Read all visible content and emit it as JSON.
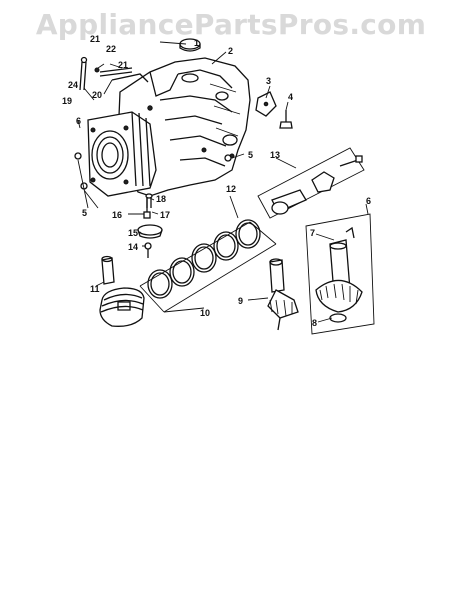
{
  "watermark": "AppliancePartsPros.com",
  "callouts": [
    {
      "id": "c1",
      "label": "1"
    },
    {
      "id": "c2",
      "label": "2"
    },
    {
      "id": "c3",
      "label": "3"
    },
    {
      "id": "c4",
      "label": "4"
    },
    {
      "id": "c5a",
      "label": "5"
    },
    {
      "id": "c5b",
      "label": "5"
    },
    {
      "id": "c6a",
      "label": "6"
    },
    {
      "id": "c6b",
      "label": "6"
    },
    {
      "id": "c7",
      "label": "7"
    },
    {
      "id": "c8",
      "label": "8"
    },
    {
      "id": "c9",
      "label": "9"
    },
    {
      "id": "c10",
      "label": "10"
    },
    {
      "id": "c11",
      "label": "11"
    },
    {
      "id": "c12",
      "label": "12"
    },
    {
      "id": "c13",
      "label": "13"
    },
    {
      "id": "c14",
      "label": "14"
    },
    {
      "id": "c15",
      "label": "15"
    },
    {
      "id": "c16",
      "label": "16"
    },
    {
      "id": "c17",
      "label": "17"
    },
    {
      "id": "c18",
      "label": "18"
    },
    {
      "id": "c19",
      "label": "19"
    },
    {
      "id": "c20",
      "label": "20"
    },
    {
      "id": "c21a",
      "label": "21"
    },
    {
      "id": "c21b",
      "label": "21"
    },
    {
      "id": "c22",
      "label": "22"
    },
    {
      "id": "c24",
      "label": "24"
    }
  ]
}
